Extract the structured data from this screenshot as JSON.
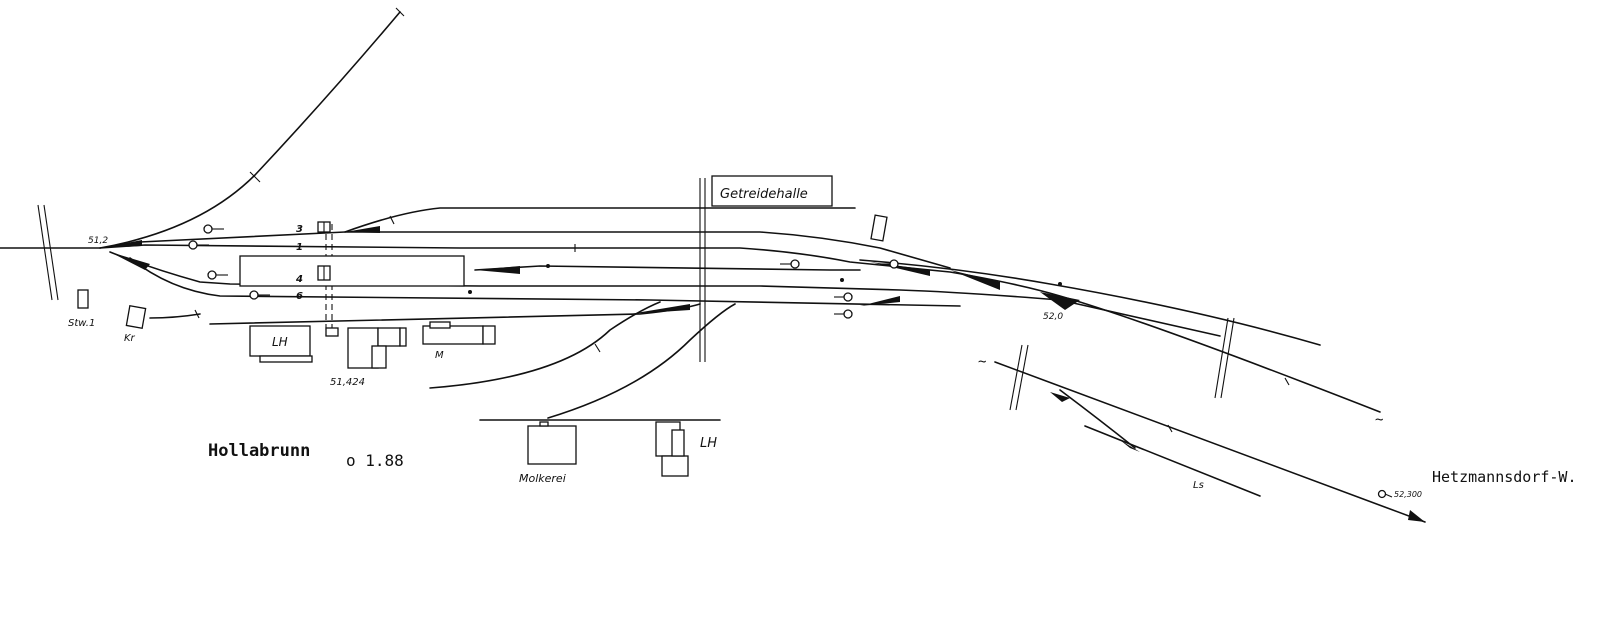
{
  "station": {
    "name": "Hollabrunn",
    "date": "o 1.88"
  },
  "destination": "Hetzmannsdorf-W.",
  "buildings": {
    "getreidehalle": "Getreidehalle",
    "lh_main": "LH",
    "lh_molkerei": "LH",
    "molkerei": "Molkerei",
    "m": "M",
    "kr": "Kr",
    "stw": "Stw.1",
    "ls": "Ls"
  },
  "tracks": {
    "t3": "3",
    "t1": "1",
    "t4": "4",
    "t6": "6"
  },
  "km_marks": {
    "km_51_2": "51,2",
    "km_51_424": "51,424",
    "km_52_0": "52,0",
    "km_52_300": "52,300"
  },
  "colors": {
    "ink": "#111111",
    "paper": "#ffffff"
  }
}
